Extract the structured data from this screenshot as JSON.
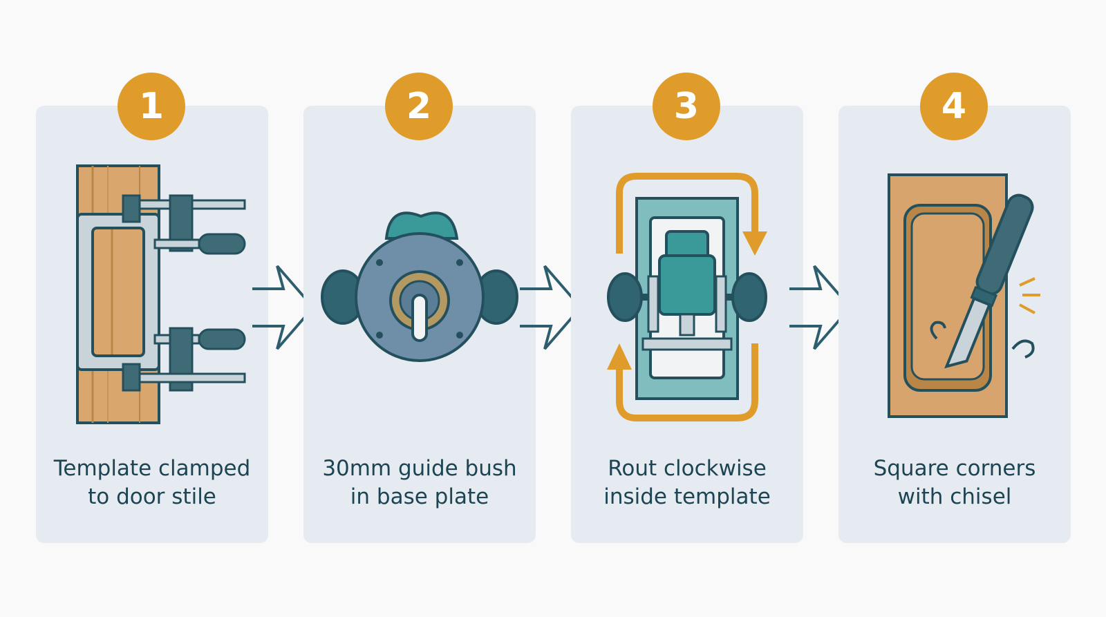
{
  "steps": [
    {
      "number": "1",
      "line1": "Template clamped",
      "line2": "to door stile",
      "icon": "clamped-template-icon"
    },
    {
      "number": "2",
      "line1": "30mm guide bush",
      "line2": "in base plate",
      "icon": "router-base-icon"
    },
    {
      "number": "3",
      "line1": "Rout clockwise",
      "line2": "inside template",
      "icon": "router-clockwise-icon"
    },
    {
      "number": "4",
      "line1": "Square corners",
      "line2": "with chisel",
      "icon": "chisel-icon"
    }
  ],
  "colors": {
    "accent": "#e09c2a",
    "card": "#e6ebf1",
    "text": "#1d4452",
    "outline": "#24505e",
    "teal": "#3a9a9a",
    "wood": "#d9a66e"
  }
}
